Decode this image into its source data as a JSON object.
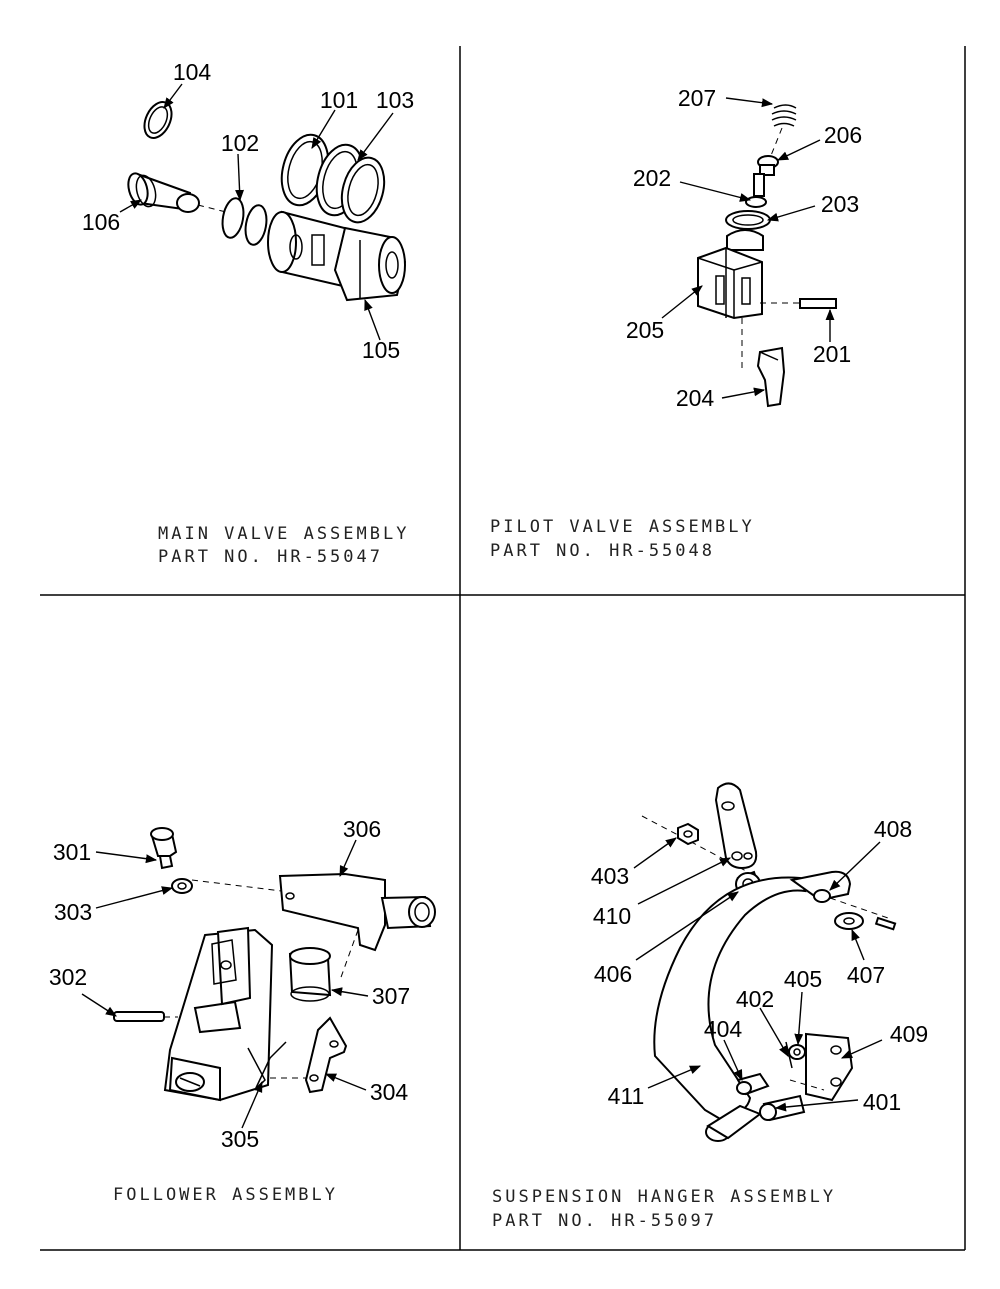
{
  "panels": {
    "main_valve": {
      "caption_line1": "MAIN VALVE ASSEMBLY",
      "caption_line2": "PART NO. HR-55047",
      "callouts": {
        "c101": "101",
        "c102": "102",
        "c103": "103",
        "c104": "104",
        "c105": "105",
        "c106": "106"
      }
    },
    "pilot_valve": {
      "caption_line1": "PILOT VALVE ASSEMBLY",
      "caption_line2": "PART NO. HR-55048",
      "callouts": {
        "c201": "201",
        "c202": "202",
        "c203": "203",
        "c204": "204",
        "c205": "205",
        "c206": "206",
        "c207": "207"
      }
    },
    "follower": {
      "caption_line1": "FOLLOWER ASSEMBLY",
      "callouts": {
        "c301": "301",
        "c302": "302",
        "c303": "303",
        "c304": "304",
        "c305": "305",
        "c306": "306",
        "c307": "307"
      }
    },
    "suspension_hanger": {
      "caption_line1": "SUSPENSION HANGER ASSEMBLY",
      "caption_line2": "PART NO. HR-55097",
      "callouts": {
        "c401": "401",
        "c402": "402",
        "c403": "403",
        "c404": "404",
        "c405": "405",
        "c406": "406",
        "c407": "407",
        "c408": "408",
        "c409": "409",
        "c410": "410",
        "c411": "411"
      }
    }
  }
}
